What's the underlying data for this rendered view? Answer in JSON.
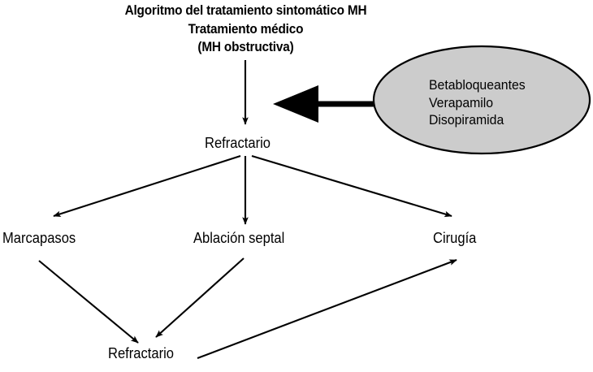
{
  "diagram": {
    "title_lines": [
      "Algoritmo del tratamiento sintomático MH",
      "Tratamiento médico",
      "(MH obstructiva)"
    ],
    "colors": {
      "stroke": "#000000",
      "ellipse_fill": "#cccccc",
      "background": "#ffffff"
    },
    "nodes": {
      "refractario_top": "Refractario",
      "marcapasos": "Marcapasos",
      "ablacion_septal": "Ablación septal",
      "cirugia": "Cirugía",
      "refractario_bottom": "Refractario"
    },
    "medication_callout": {
      "lines": [
        "Betabloqueantes",
        "Verapamilo",
        "Disopiramida"
      ]
    },
    "edges": [
      {
        "from": "title",
        "to": "refractario_top",
        "style": "thin-arrow"
      },
      {
        "from": "medication_callout",
        "to": "refractario_top",
        "style": "thick-arrow"
      },
      {
        "from": "refractario_top",
        "to": "marcapasos",
        "style": "thin-arrow"
      },
      {
        "from": "refractario_top",
        "to": "ablacion_septal",
        "style": "thin-arrow"
      },
      {
        "from": "refractario_top",
        "to": "cirugia",
        "style": "thin-arrow"
      },
      {
        "from": "marcapasos",
        "to": "refractario_bottom",
        "style": "thin-arrow"
      },
      {
        "from": "ablacion_septal",
        "to": "refractario_bottom",
        "style": "thin-arrow"
      },
      {
        "from": "refractario_bottom",
        "to": "cirugia",
        "style": "thin-arrow"
      }
    ]
  }
}
